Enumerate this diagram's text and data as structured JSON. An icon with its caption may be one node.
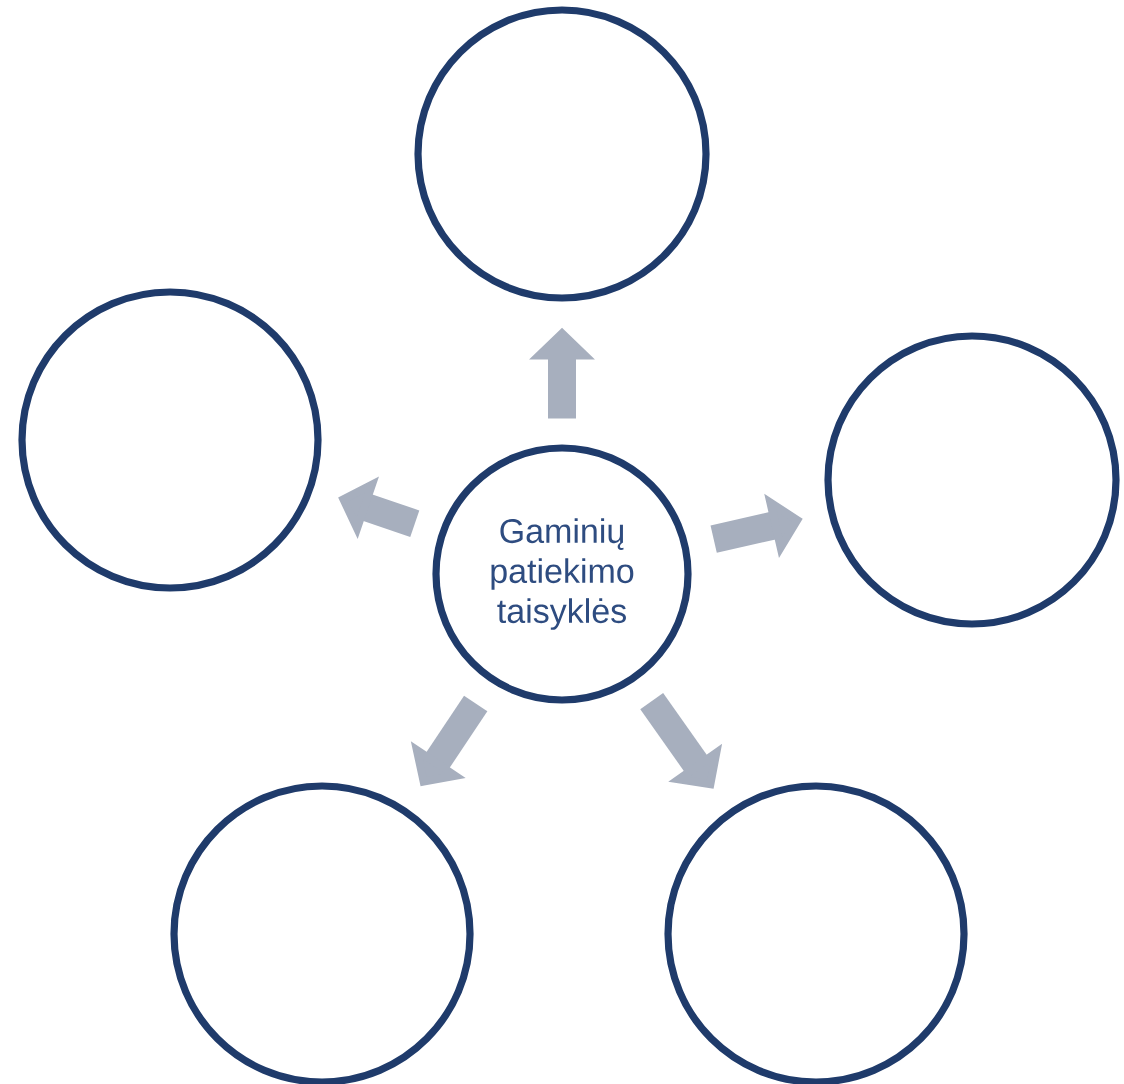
{
  "diagram": {
    "nodes": [
      {
        "text": [
          "Gaminių patiekimo taisyklės"
        ]
      },
      {
        "text": [],
        "shape": "circle"
      },
      {
        "text": [],
        "shape": "circle"
      },
      {
        "text": [],
        "shape": "circle"
      },
      {
        "text": [],
        "shape": "circle"
      },
      {
        "text": [],
        "shape": "circle"
      }
    ],
    "edges": [
      {
        "from": 0,
        "to": 1,
        "arrow": "to"
      },
      {
        "from": 0,
        "to": 2,
        "arrow": "to"
      },
      {
        "from": 0,
        "to": 3,
        "arrow": "to"
      },
      {
        "from": 0,
        "to": 4,
        "arrow": "to"
      },
      {
        "from": 0,
        "to": 5,
        "arrow": "to"
      }
    ]
  }
}
